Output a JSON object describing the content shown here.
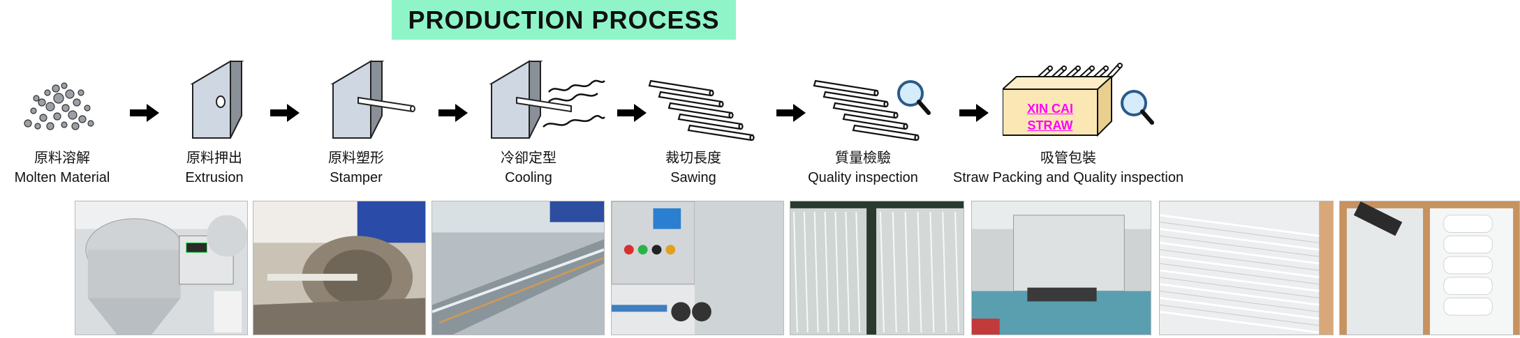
{
  "title": "PRODUCTION PROCESS",
  "steps": [
    {
      "zh": "原料溶解",
      "en": "Molten Material",
      "icon": "pellets-icon"
    },
    {
      "zh": "原料押出",
      "en": "Extrusion",
      "icon": "extrusion-die-icon"
    },
    {
      "zh": "原料塑形",
      "en": "Stamper",
      "icon": "stamper-icon"
    },
    {
      "zh": "冷卻定型",
      "en": "Cooling",
      "icon": "cooling-icon"
    },
    {
      "zh": "裁切長度",
      "en": "Sawing",
      "icon": "sawing-icon"
    },
    {
      "zh": "質量檢驗",
      "en": "Quality inspection",
      "icon": "inspection-icon"
    },
    {
      "zh": "吸管包裝",
      "en": "Straw Packing and Quality inspection",
      "icon": "packing-box-icon"
    }
  ],
  "box_label": {
    "line1": "XIN CAI",
    "line2": "STRAW"
  },
  "colors": {
    "title_bg": "#8ff5c9",
    "box_bg": "#fbe7b3",
    "box_text": "#ff00ff"
  },
  "photos": [
    {
      "name": "photo-dryer-hopper"
    },
    {
      "name": "photo-extruder"
    },
    {
      "name": "photo-cooling-trough"
    },
    {
      "name": "photo-control-panel"
    },
    {
      "name": "photo-cut-straws"
    },
    {
      "name": "photo-packing-machine"
    },
    {
      "name": "photo-packed-straws"
    },
    {
      "name": "photo-boxing"
    }
  ]
}
